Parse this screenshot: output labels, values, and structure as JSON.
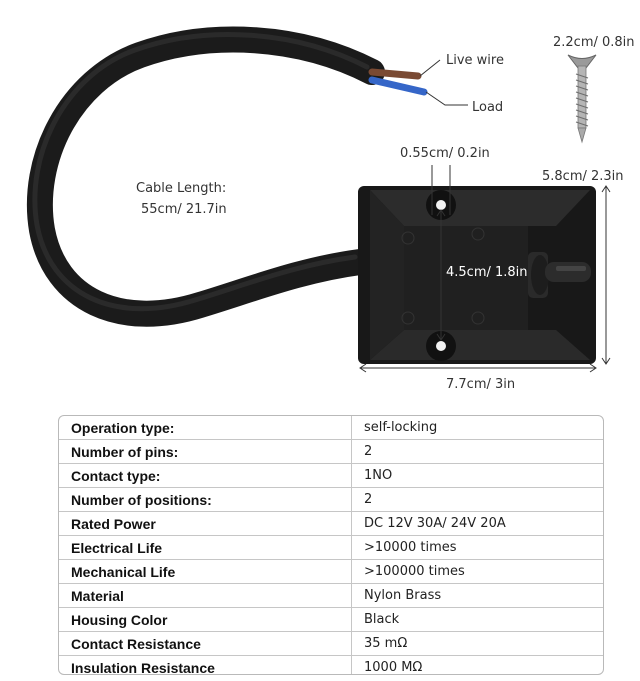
{
  "dimensions": {
    "cable_length_line1": "Cable Length:",
    "cable_length_line2": "55cm/ 21.7in",
    "live_wire": "Live wire",
    "load": "Load",
    "screw_size": "2.2cm/ 0.8in",
    "hole_diameter": "0.55cm/ 0.2in",
    "box_height": "5.8cm/ 2.3in",
    "hole_spacing": "4.5cm/ 1.8in",
    "box_width": "7.7cm/ 3in"
  },
  "specs": [
    {
      "label": "Operation type:",
      "value": "self-locking"
    },
    {
      "label": "Number of pins:",
      "value": "2"
    },
    {
      "label": "Contact type:",
      "value": "1NO"
    },
    {
      "label": "Number of positions:",
      "value": "2"
    },
    {
      "label": "Rated Power",
      "value": "DC 12V 30A/ 24V 20A"
    },
    {
      "label": "Electrical Life",
      "value": ">10000 times"
    },
    {
      "label": "Mechanical Life",
      "value": ">100000 times"
    },
    {
      "label": "Material",
      "value": "Nylon Brass"
    },
    {
      "label": "Housing Color",
      "value": "Black"
    },
    {
      "label": "Contact Resistance",
      "value": "35 mΩ"
    },
    {
      "label": "Insulation Resistance",
      "value": "1000 MΩ"
    }
  ]
}
